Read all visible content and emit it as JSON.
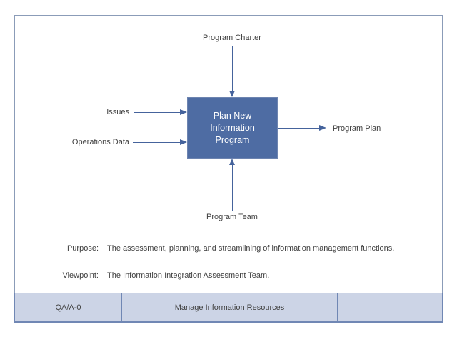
{
  "diagram": {
    "activity_box": {
      "label": "Plan New Information Program"
    },
    "control": {
      "label": "Program Charter"
    },
    "inputs": [
      {
        "label": "Issues"
      },
      {
        "label": "Operations Data"
      }
    ],
    "output": {
      "label": "Program Plan"
    },
    "mechanism": {
      "label": "Program Team"
    }
  },
  "notes": {
    "purpose_label": "Purpose:",
    "purpose_text": "The assessment, planning, and streamlining of information management functions.",
    "viewpoint_label": "Viewpoint:",
    "viewpoint_text": "The Information Integration Assessment Team."
  },
  "title_bar": {
    "node": "QA/A-0",
    "title": "Manage Information Resources",
    "number": ""
  },
  "colors": {
    "box_fill": "#4e6ca3",
    "box_border": "#6d84b0",
    "connector": "#45639c",
    "frame_border": "#8b9cb8",
    "bar_fill": "#ccd4e6",
    "bar_border": "#7087b4",
    "text": "#404040",
    "box_text": "#ffffff"
  }
}
